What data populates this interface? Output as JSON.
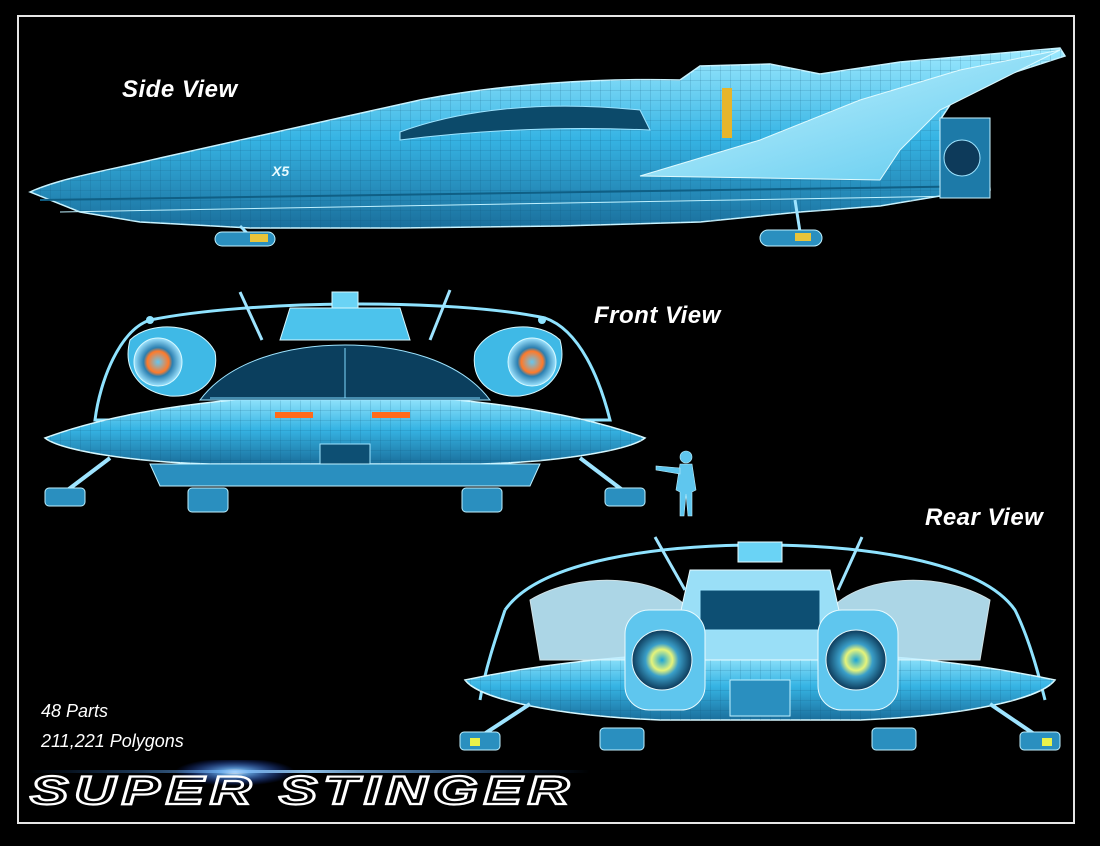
{
  "views": {
    "side": "Side View",
    "front": "Front View",
    "rear": "Rear View"
  },
  "hull_marking": "X5",
  "stats": {
    "parts": "48 Parts",
    "polygons": "211,221 Polygons"
  },
  "title": "SUPER STINGER",
  "colors": {
    "background": "#000000",
    "frame": "#e6e6e6",
    "hull": "#39b8e6",
    "hull_light": "#8fe3ff",
    "accent": "#ff6a1a",
    "glow": "#2d8cff"
  }
}
